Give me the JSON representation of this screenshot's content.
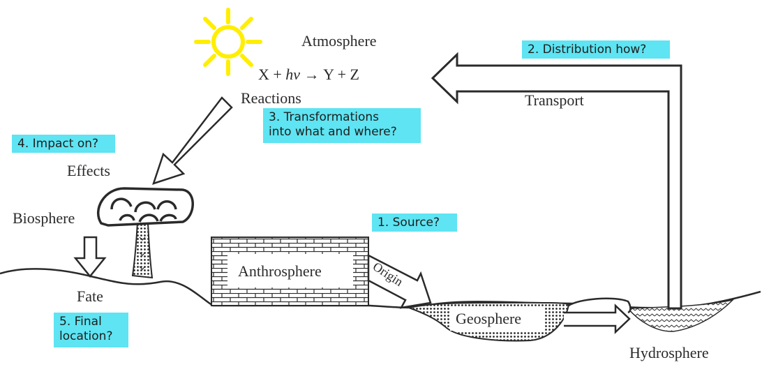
{
  "labels": {
    "atmosphere": "Atmosphere",
    "reaction_equation_prefix": "X + ",
    "reaction_equation_hv": "hν",
    "reaction_equation_suffix": " → Y + Z",
    "reactions": "Reactions",
    "transport": "Transport",
    "effects": "Effects",
    "biosphere": "Biosphere",
    "fate": "Fate",
    "anthrosphere": "Anthrosphere",
    "origin": "Origin",
    "geosphere": "Geosphere",
    "hydrosphere": "Hydrosphere"
  },
  "questions": {
    "q1": "1. Source?",
    "q2": "2. Distribution how?",
    "q3": "3. Transformations\ninto what and where?",
    "q4": "4. Impact on?",
    "q5": "5. Final\nlocation?"
  },
  "colors": {
    "sun": "#ffee00",
    "question_box": "#5ee4f2",
    "ink": "#2a2a2a"
  },
  "icons": [
    "sun-icon",
    "tree-icon",
    "brick-wall-icon"
  ]
}
